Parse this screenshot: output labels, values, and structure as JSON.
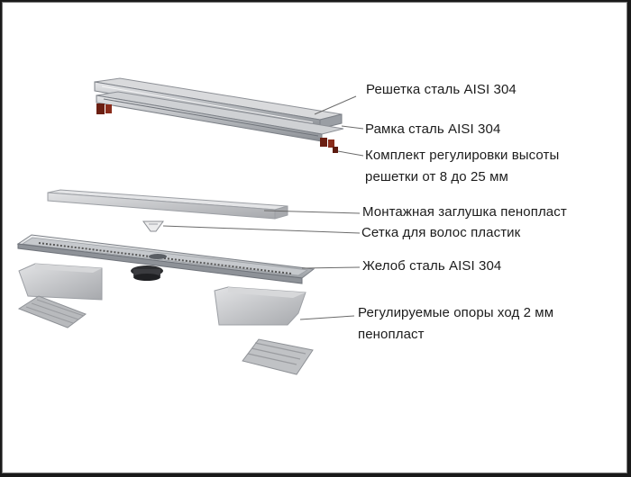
{
  "labels": {
    "grate": "Решетка сталь AISI 304",
    "frame": "Рамка сталь AISI 304",
    "height_kit_line1": "Комплект регулировки высоты",
    "height_kit_line2": "решетки от 8 до 25 мм",
    "foam_plug": "Монтажная заглушка пенопласт",
    "hair_mesh": "Сетка для волос пластик",
    "channel": "Желоб сталь AISI 304",
    "supports_line1": "Регулируемые опоры ход 2 мм",
    "supports_line2": "пенопласт"
  },
  "colors": {
    "steel": "#b9bcc0",
    "steel_dark": "#7c8087",
    "foam": "#c9cacc",
    "adjuster": "#6b1f12",
    "leader_line": "#6a6a6a"
  }
}
